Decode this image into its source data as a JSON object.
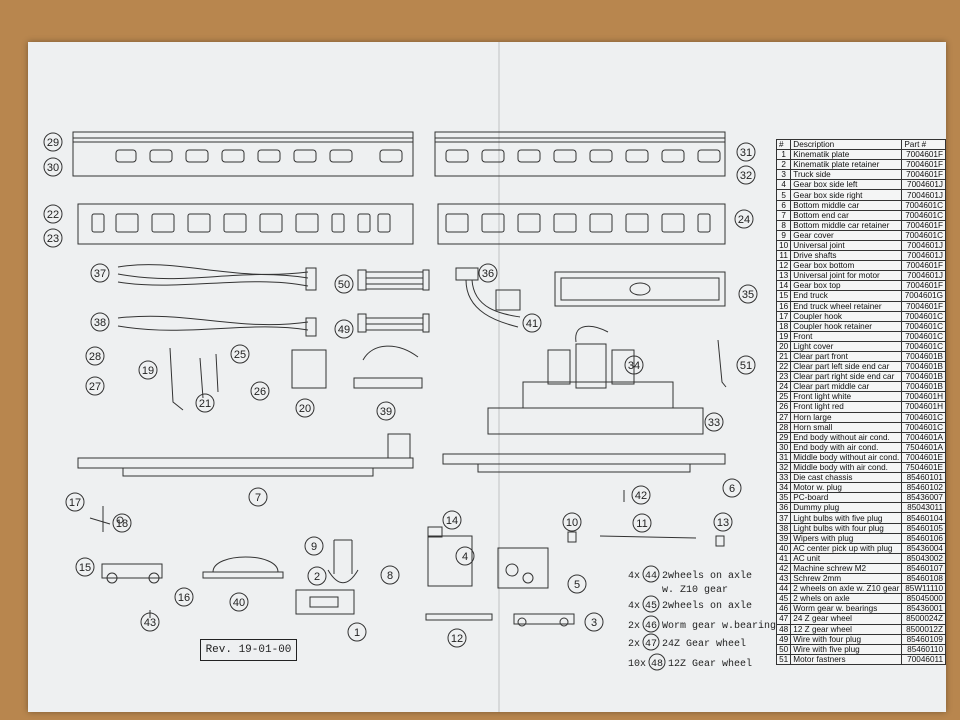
{
  "sheet": {
    "revision": "Rev. 19-01-00",
    "callouts": [
      "29",
      "30",
      "31",
      "32",
      "22",
      "23",
      "24",
      "37",
      "38",
      "50",
      "49",
      "36",
      "41",
      "35",
      "28",
      "27",
      "19",
      "21",
      "25",
      "26",
      "20",
      "39",
      "34",
      "51",
      "33",
      "7",
      "6",
      "42",
      "17",
      "18",
      "9",
      "14",
      "10",
      "11",
      "13",
      "15",
      "16",
      "2",
      "8",
      "4",
      "5",
      "40",
      "43",
      "1",
      "12",
      "3"
    ],
    "notes": [
      {
        "qty": "4x",
        "ref": "44",
        "text": "2wheels on axle",
        "text2": "w. Z10 gear"
      },
      {
        "qty": "4x",
        "ref": "45",
        "text": "2wheels on axle"
      },
      {
        "qty": "2x",
        "ref": "46",
        "text": "Worm gear w.bearings"
      },
      {
        "qty": "2x",
        "ref": "47",
        "text": "24Z Gear wheel"
      },
      {
        "qty": "10x",
        "ref": "48",
        "text": "12Z Gear wheel"
      }
    ]
  },
  "parts_table": {
    "headers": [
      "#",
      "Description",
      "Part #"
    ],
    "rows": [
      [
        "1",
        "Kinematik plate",
        "7004601F"
      ],
      [
        "2",
        "Kinematik plate retainer",
        "7004601F"
      ],
      [
        "3",
        "Truck side",
        "7004601F"
      ],
      [
        "4",
        "Gear box side left",
        "7004601J"
      ],
      [
        "5",
        "Gear box side right",
        "7004601J"
      ],
      [
        "6",
        "Bottom middle car",
        "7004601C"
      ],
      [
        "7",
        "Bottom end car",
        "7004601C"
      ],
      [
        "8",
        "Bottom middle car retainer",
        "7004601F"
      ],
      [
        "9",
        "Gear cover",
        "7004601C"
      ],
      [
        "10",
        "Universal joint",
        "7004601J"
      ],
      [
        "11",
        "Drive shafts",
        "7004601J"
      ],
      [
        "12",
        "Gear box bottom",
        "7004601F"
      ],
      [
        "13",
        "Universal joint for motor",
        "7004601J"
      ],
      [
        "14",
        "Gear box top",
        "7004601F"
      ],
      [
        "15",
        "End truck",
        "7004601G"
      ],
      [
        "16",
        "End truck wheel retainer",
        "7004601F"
      ],
      [
        "17",
        "Coupler hook",
        "7004601C"
      ],
      [
        "18",
        "Coupler hook retainer",
        "7004601C"
      ],
      [
        "19",
        "Front",
        "7004601C"
      ],
      [
        "20",
        "Light cover",
        "7004601C"
      ],
      [
        "21",
        "Clear part front",
        "7004601B"
      ],
      [
        "22",
        "Clear part left side end car",
        "7004601B"
      ],
      [
        "23",
        "Clear part right side end car",
        "7004601B"
      ],
      [
        "24",
        "Clear part middle car",
        "7004601B"
      ],
      [
        "25",
        "Front light white",
        "7004601H"
      ],
      [
        "26",
        "Front light red",
        "7004601H"
      ],
      [
        "27",
        "Horn large",
        "7004601C"
      ],
      [
        "28",
        "Horn small",
        "7004601C"
      ],
      [
        "29",
        "End body without air cond.",
        "7004601A"
      ],
      [
        "30",
        "End body with air cond.",
        "7504601A"
      ],
      [
        "31",
        "Middle body without air cond.",
        "7004601E"
      ],
      [
        "32",
        "Middle body with air cond.",
        "7504601E"
      ],
      [
        "33",
        "Die cast chassis",
        "85460101"
      ],
      [
        "34",
        "Motor w. plug",
        "85460102"
      ],
      [
        "35",
        "PC-board",
        "85436007"
      ],
      [
        "36",
        "Dummy plug",
        "85043011"
      ],
      [
        "37",
        "Light bulbs with five plug",
        "85460104"
      ],
      [
        "38",
        "Light bulbs with four plug",
        "85460105"
      ],
      [
        "39",
        "Wipers with plug",
        "85460106"
      ],
      [
        "40",
        "AC center pick up with plug",
        "85436004"
      ],
      [
        "41",
        "AC unit",
        "85043002"
      ],
      [
        "42",
        "Machine schrew M2",
        "85460107"
      ],
      [
        "43",
        "Schrew 2mm",
        "85460108"
      ],
      [
        "44",
        "2 wheels on axle w. Z10 gear",
        "85W11110"
      ],
      [
        "45",
        "2 whels on axle",
        "85045000"
      ],
      [
        "46",
        "Worm gear w. bearings",
        "85436001"
      ],
      [
        "47",
        "24 Z gear wheel",
        "8500024Z"
      ],
      [
        "48",
        "12 Z gear wheel",
        "8500012Z"
      ],
      [
        "49",
        "Wire with four plug",
        "85460109"
      ],
      [
        "50",
        "Wire with five plug",
        "85460110"
      ],
      [
        "51",
        "Motor fastners",
        "70046011"
      ]
    ]
  }
}
